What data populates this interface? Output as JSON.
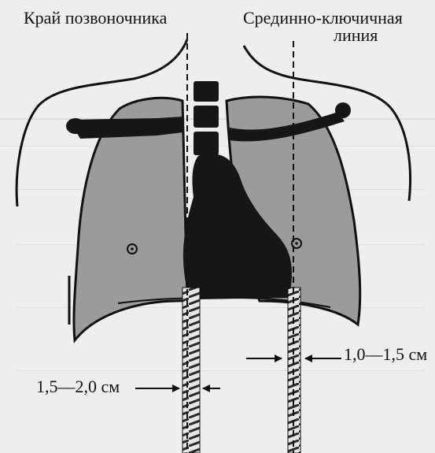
{
  "labels": {
    "spine_edge": "Край позвоночника",
    "midclavicular_line_1": "Срединно-ключичная",
    "midclavicular_line_2": "линия",
    "measure_right": "1,0—1,5 см",
    "measure_left": "1,5—2,0 см"
  },
  "colors": {
    "background": "#eeeeec",
    "lung_fill": "#9b9b9b",
    "heart_fill": "#161616",
    "outline": "#111111"
  }
}
